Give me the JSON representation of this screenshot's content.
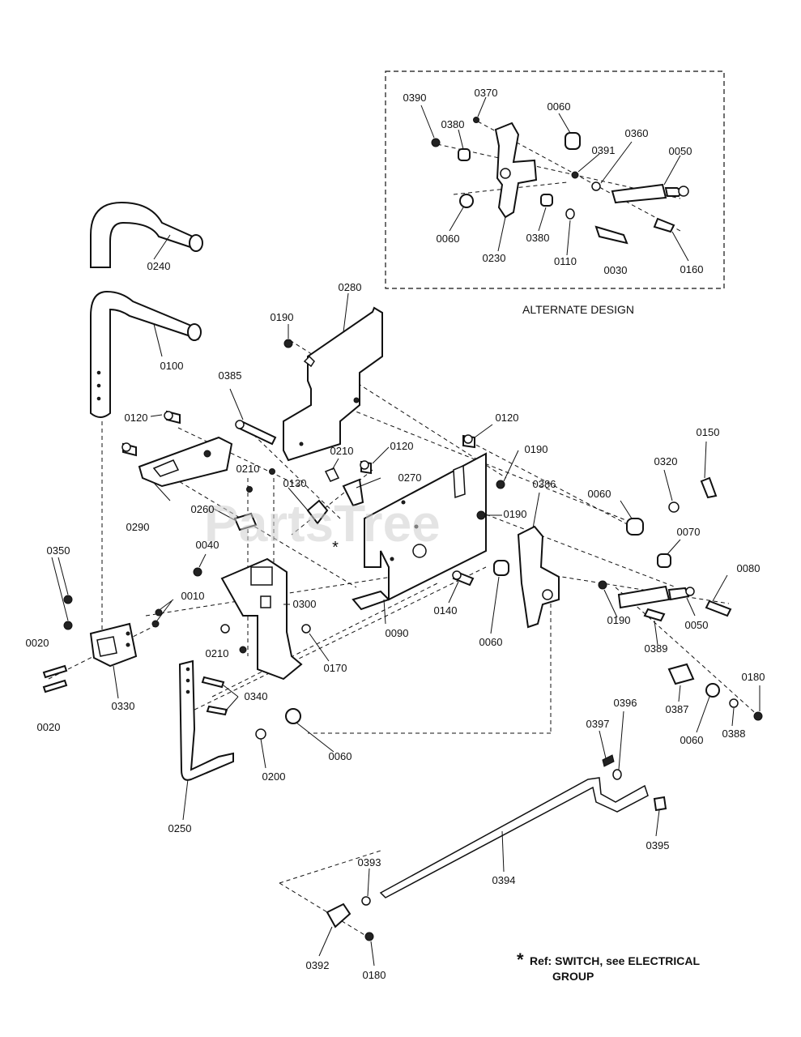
{
  "alternate_design_label": "ALTERNATE DESIGN",
  "watermark": "PartsTree",
  "note": {
    "asterisk": "*",
    "line1": "Ref: SWITCH, see ELECTRICAL",
    "line2": "GROUP"
  },
  "parts": {
    "p0390": "0390",
    "p0370": "0370",
    "p0060a": "0060",
    "p0380a": "0380",
    "p0391": "0391",
    "p0360": "0360",
    "p0050a": "0050",
    "p0060b": "0060",
    "p0380b": "0380",
    "p0230": "0230",
    "p0110": "0110",
    "p0030": "0030",
    "p0160": "0160",
    "p0240": "0240",
    "p0100": "0100",
    "p0280": "0280",
    "p0190a": "0190",
    "p0385": "0385",
    "p0120a": "0120",
    "p0120b": "0120",
    "p0120c": "0120",
    "p0210a": "0210",
    "p0210b": "0210",
    "p0210c": "0210",
    "p0270": "0270",
    "p0130": "0130",
    "p0190b": "0190",
    "p0190c": "0190",
    "p0190d": "0190",
    "p0150": "0150",
    "p0320": "0320",
    "p0386": "0386",
    "p0060c": "0060",
    "p0290": "0290",
    "p0260": "0260",
    "p0070": "0070",
    "p0040": "0040",
    "p0350": "0350",
    "p0010": "0010",
    "p0300": "0300",
    "p0080": "0080",
    "p0090": "0090",
    "p0140": "0140",
    "p0050b": "0050",
    "p0060d": "0060",
    "p0389": "0389",
    "p0020a": "0020",
    "p0170": "0170",
    "p0180a": "0180",
    "p0330": "0330",
    "p0340": "0340",
    "p0387": "0387",
    "p0060e": "0060",
    "p0388": "0388",
    "p0020b": "0020",
    "p0396a": "0396",
    "p0397": "0397",
    "p0060f": "0060",
    "p0200": "0200",
    "p0250": "0250",
    "p0395": "0395",
    "p0393": "0393",
    "p0394": "0394",
    "p0392": "0392",
    "p0180b": "0180"
  }
}
